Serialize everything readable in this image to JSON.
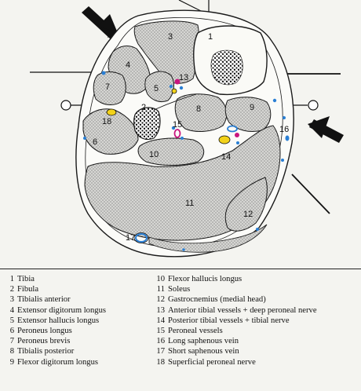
{
  "diagram": {
    "muscle_labels": [
      "1",
      "2",
      "3",
      "4",
      "5",
      "6",
      "7",
      "8",
      "9",
      "10",
      "11",
      "12",
      "13",
      "15",
      "16",
      "17",
      "18",
      "14"
    ],
    "legend_left": [
      {
        "num": "1",
        "text": "Tibia"
      },
      {
        "num": "2",
        "text": "Fibula"
      },
      {
        "num": "3",
        "text": "Tibialis anterior"
      },
      {
        "num": "4",
        "text": "Extensor digitorum longus"
      },
      {
        "num": "5",
        "text": "Extensor hallucis longus"
      },
      {
        "num": "6",
        "text": "Peroneus longus"
      },
      {
        "num": "7",
        "text": "Peroneus brevis"
      },
      {
        "num": "8",
        "text": "Tibialis posterior"
      },
      {
        "num": "9",
        "text": "Flexor digitorum longus"
      }
    ],
    "legend_right": [
      {
        "num": "10",
        "text": "Flexor hallucis longus"
      },
      {
        "num": "11",
        "text": "Soleus"
      },
      {
        "num": "12",
        "text": "Gastrocnemius (medial head)"
      },
      {
        "num": "13",
        "text": "Anterior tibial vessels + deep peroneal nerve"
      },
      {
        "num": "14",
        "text": "Posterior tibial vessels + tibial nerve"
      },
      {
        "num": "15",
        "text": "Peroneal vessels"
      },
      {
        "num": "16",
        "text": "Long saphenous vein"
      },
      {
        "num": "17",
        "text": "Short saphenous vein"
      },
      {
        "num": "18",
        "text": "Superficial peroneal nerve"
      }
    ],
    "colors": {
      "nerve": "#f2d21a",
      "artery": "#c8157e",
      "vein": "#2a7fd4",
      "stipple": "#bdbdbd",
      "outline": "#1a1a1a"
    },
    "arrows": [
      "upper-left-arrow-icon",
      "right-arrow-icon"
    ]
  }
}
